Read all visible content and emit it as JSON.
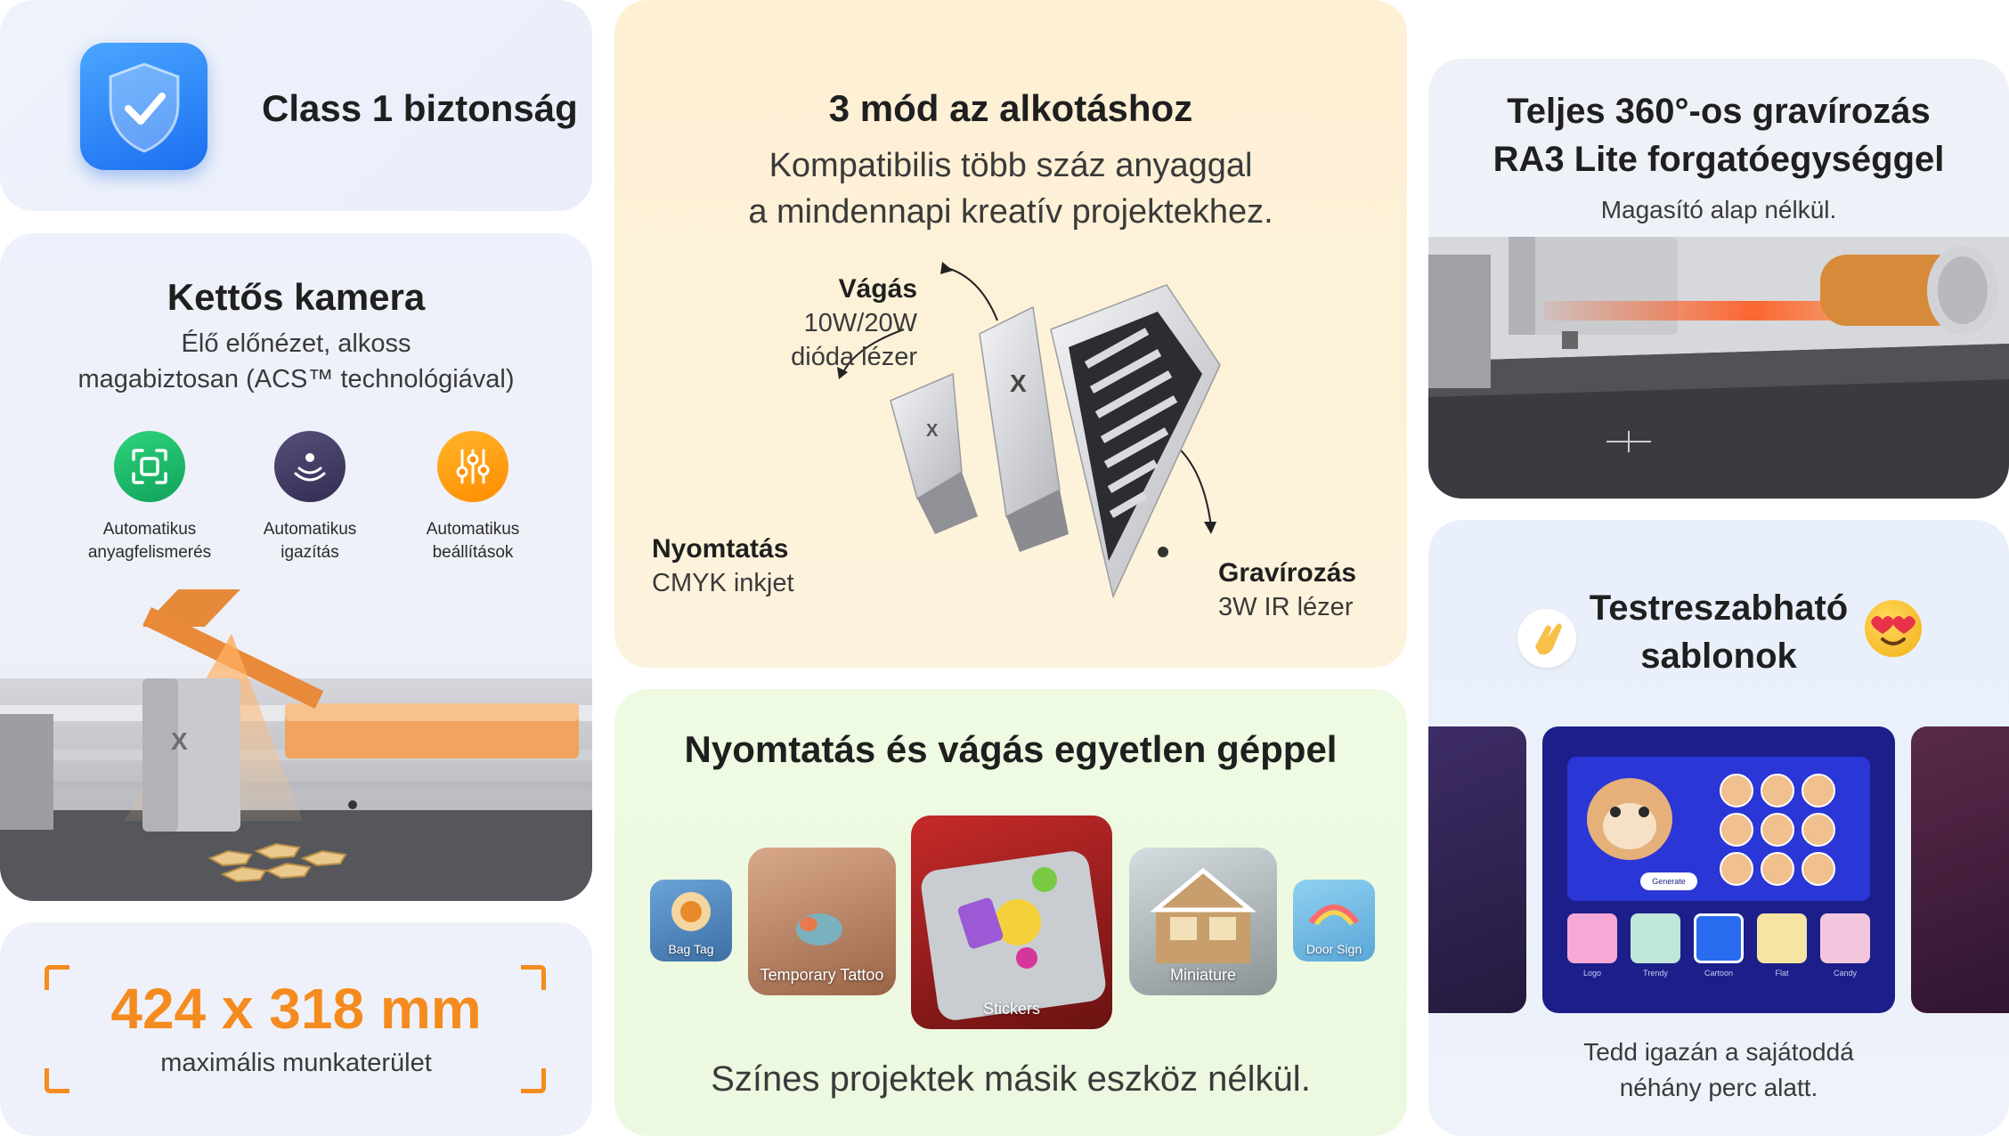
{
  "safety": {
    "title": "Class 1 biztonság",
    "icon": "shield-check-icon"
  },
  "camera": {
    "title": "Kettős kamera",
    "subtitle_line1": "Élő előnézet, alkoss",
    "subtitle_line2": "magabiztosan (ACS™ technológiával)",
    "features": [
      {
        "icon": "scan-frame-icon",
        "line1": "Automatikus",
        "line2": "anyagfelismerés",
        "color": "#13b565"
      },
      {
        "icon": "signal-person-icon",
        "line1": "Automatikus",
        "line2": "igazítás",
        "color": "#3e385f"
      },
      {
        "icon": "sliders-icon",
        "line1": "Automatikus",
        "line2": "beállítások",
        "color": "#ffa010"
      }
    ]
  },
  "workarea": {
    "size": "424 x 318 mm",
    "label": "maximális munkaterület",
    "accent": "#f58b1f"
  },
  "modes": {
    "title": "3 mód az alkotáshoz",
    "subtitle_line1": "Kompatibilis több száz anyaggal",
    "subtitle_line2": "a mindennapi kreatív projektekhez.",
    "cut": {
      "name": "Vágás",
      "line1": "10W/20W",
      "line2": "dióda lézer"
    },
    "print": {
      "name": "Nyomtatás",
      "line1": "CMYK inkjet"
    },
    "engrave": {
      "name": "Gravírozás",
      "line1": "3W IR lézer"
    },
    "module_mark": "X"
  },
  "printcut": {
    "title": "Nyomtatás és vágás egyetlen géppel",
    "subtitle": "Színes projektek másik eszköz nélkül.",
    "tiles": [
      "Bag Tag",
      "Temporary Tattoo",
      "Stickers",
      "Miniature",
      "Door Sign"
    ]
  },
  "rotary": {
    "title_line1": "Teljes 360°-os gravírozás",
    "title_line2": "RA3 Lite forgatóegységgel",
    "subtitle": "Magasító alap nélkül."
  },
  "templates": {
    "title_line1": "Testreszabható",
    "title_line2": "sablonok",
    "subtitle_line1": "Tedd igazán a sajátoddá",
    "subtitle_line2": "néhány perc alatt.",
    "generate_label": "Generate",
    "styles": [
      "Logo",
      "Trendy",
      "Cartoon",
      "Flat",
      "Candy"
    ],
    "clap_icon": "clapping-hands-icon",
    "heart_icon": "heart-eyes-emoji-icon"
  }
}
